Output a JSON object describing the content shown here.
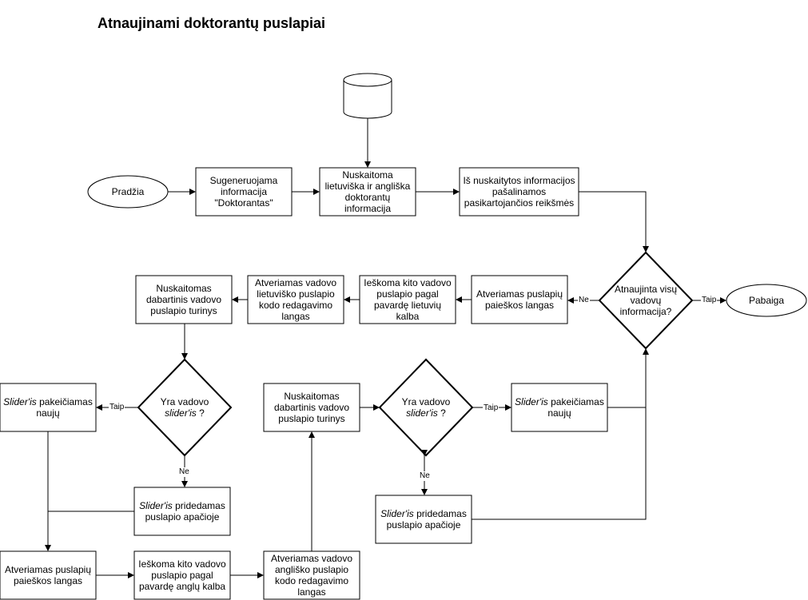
{
  "title": "Atnaujinami doktorantų puslapiai",
  "nodes": {
    "start": "Pradžia",
    "generate": "Sugeneruojama informacija \"Doktorantas\"",
    "read_info": "Nuskaitoma lietuviška ir angliška doktorantų informacija",
    "remove_dups": "Iš nuskaitytos informacijos pašalinamos pasikartojančios reikšmės",
    "all_updated": "Atnaujinta visų vadovų informacija?",
    "end": "Pabaiga",
    "open_search_lt": "Atveriamas puslapių paieškos langas",
    "search_lt": "Ieškoma kito vadovo puslapio pagal pavardę lietuvių kalba",
    "open_editor_lt": "Atveriamas vadovo lietuviško puslapio kodo redagavimo langas",
    "read_content_lt": "Nuskaitomas dabartinis vadovo puslapio turinys",
    "has_slider_lt_pre": "Yra vadovo",
    "has_slider_lt_it": "slider'is",
    "has_slider_lt_post": " ?",
    "replace_slider_lt_it": "Slider'is",
    "replace_slider_lt_rest": " pakeičiamas naujų",
    "add_slider_lt_it": "Slider'is",
    "add_slider_lt_rest": " pridedamas puslapio apačioje",
    "open_search_en": "Atveriamas puslapių paieškos langas",
    "search_en": "Ieškoma kito vadovo puslapio pagal pavardę anglų kalba",
    "open_editor_en": "Atveriamas vadovo angliško puslapio kodo redagavimo langas",
    "read_content_en": "Nuskaitomas dabartinis vadovo puslapio turinys",
    "has_slider_en_pre": "Yra vadovo",
    "has_slider_en_it": "slider'is",
    "has_slider_en_post": " ?",
    "replace_slider_en_it": "Slider'is",
    "replace_slider_en_rest": " pakeičiamas naujų",
    "add_slider_en_it": "Slider'is",
    "add_slider_en_rest": " pridedamas puslapio apačioje"
  },
  "edge_labels": {
    "all_updated_no": "Ne",
    "all_updated_yes": "Taip",
    "slider_lt_yes": "Taip",
    "slider_lt_no": "Ne",
    "slider_en_yes": "Taip",
    "slider_en_no": "Ne"
  },
  "colors": {
    "stroke": "#000000",
    "fill": "#ffffff"
  }
}
